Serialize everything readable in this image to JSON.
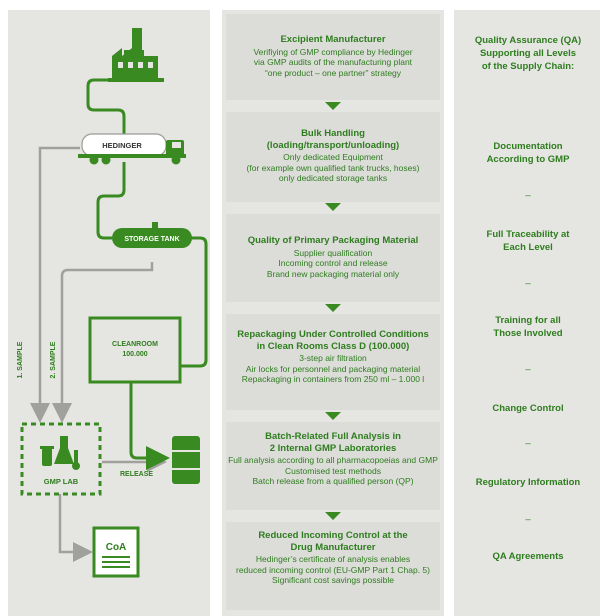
{
  "colors": {
    "green": "#3a8a22",
    "text_green": "#2e7d1e",
    "grey": "#a0a09c",
    "panel": "#e5e5e2",
    "box": "#dcdcd9"
  },
  "left": {
    "truck_brand": "HEDINGER",
    "storage_tank": "STORAGE TANK",
    "cleanroom": [
      "CLEANROOM",
      "100.000"
    ],
    "sample1": "1. SAMPLE",
    "sample2": "2. SAMPLE",
    "gmp_lab": "GMP LAB",
    "release": "RELEASE",
    "coa": "CoA"
  },
  "steps": [
    {
      "title": [
        "Excipient Manufacturer"
      ],
      "lines": [
        "Verifiying of GMP compliance by Hedinger",
        "via GMP audits of the manufacturing plant",
        "“one product – one partner” strategy"
      ]
    },
    {
      "title": [
        "Bulk Handling",
        "(loading/transport/unloading)"
      ],
      "lines": [
        "Only dedicated Equipment",
        "(for example own qualified tank trucks, hoses)",
        "only dedicated storage tanks"
      ]
    },
    {
      "title": [
        "Quality of Primary Packaging Material"
      ],
      "lines": [
        "Supplier qualification",
        "Incoming control and release",
        "Brand new packaging material only"
      ]
    },
    {
      "title": [
        "Repackaging Under Controlled Conditions",
        "in Clean Rooms Class D (100.000)"
      ],
      "lines": [
        "3-step air filtration",
        "Air locks for personnel and packaging material",
        "Repackaging in containers from 250 ml – 1.000 l"
      ]
    },
    {
      "title": [
        "Batch-Related Full Analysis in",
        "2 Internal GMP Laboratories"
      ],
      "lines": [
        "Full analysis according to all pharmacopoeias and GMP",
        "Customised test methods",
        "Batch release from a qualified person (QP)"
      ]
    },
    {
      "title": [
        "Reduced Incoming Control at the",
        "Drug Manufacturer"
      ],
      "lines": [
        "Hedinger’s certificate of analysis enables",
        "reduced incoming control (EU-GMP Part 1 Chap. 5)",
        "Significant cost savings possible"
      ]
    }
  ],
  "qa": {
    "header": [
      "Quality Assurance (QA)",
      "Supporting all Levels",
      "of the Supply Chain:"
    ],
    "items": [
      [
        "Documentation",
        "According to GMP"
      ],
      [
        "Full Traceability at",
        "Each Level"
      ],
      [
        "Training for all",
        "Those Involved"
      ],
      [
        "Change Control"
      ],
      [
        "Regulatory Information"
      ],
      [
        "QA Agreements"
      ]
    ],
    "dash": "–"
  }
}
